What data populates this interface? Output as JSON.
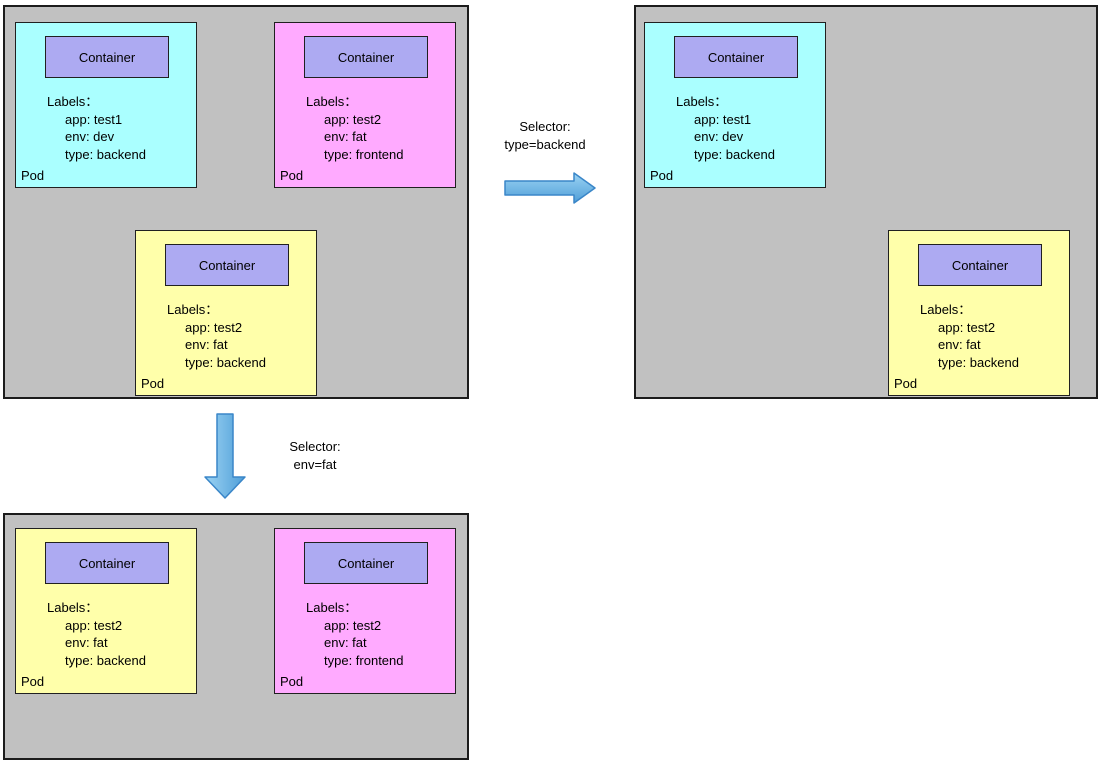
{
  "colors": {
    "page_bg": "#ffffff",
    "panel_bg": "#c1c1c1",
    "pod_cyan": "#aaffff",
    "pod_magenta": "#ffaaff",
    "pod_yellow": "#ffffaa",
    "container_fill": "#adaaf2",
    "arrow_fill_light": "#9bd3f3",
    "arrow_fill_dark": "#4f9ed8",
    "arrow_stroke": "#3a86c8"
  },
  "selectors": {
    "right": {
      "line1": "Selector:",
      "line2": "type=backend"
    },
    "down": {
      "line1": "Selector:",
      "line2": "env=fat"
    }
  },
  "panels": [
    {
      "name": "source-pods",
      "pods": [
        {
          "fill": "#aaffff",
          "container_label": "Container",
          "labels_title": "Labels：",
          "labels": [
            "app: test1",
            "env: dev",
            "type: backend"
          ],
          "pod_label": "Pod"
        },
        {
          "fill": "#ffaaff",
          "container_label": "Container",
          "labels_title": "Labels：",
          "labels": [
            "app: test2",
            "env: fat",
            "type: frontend"
          ],
          "pod_label": "Pod"
        },
        {
          "fill": "#ffffaa",
          "container_label": "Container",
          "labels_title": "Labels：",
          "labels": [
            "app: test2",
            "env: fat",
            "type: backend"
          ],
          "pod_label": "Pod"
        }
      ]
    },
    {
      "name": "result-type-backend",
      "pods": [
        {
          "fill": "#aaffff",
          "container_label": "Container",
          "labels_title": "Labels：",
          "labels": [
            "app: test1",
            "env: dev",
            "type: backend"
          ],
          "pod_label": "Pod"
        },
        {
          "fill": "#ffffaa",
          "container_label": "Container",
          "labels_title": "Labels：",
          "labels": [
            "app: test2",
            "env: fat",
            "type: backend"
          ],
          "pod_label": "Pod"
        }
      ]
    },
    {
      "name": "result-env-fat",
      "pods": [
        {
          "fill": "#ffffaa",
          "container_label": "Container",
          "labels_title": "Labels：",
          "labels": [
            "app: test2",
            "env: fat",
            "type: backend"
          ],
          "pod_label": "Pod"
        },
        {
          "fill": "#ffaaff",
          "container_label": "Container",
          "labels_title": "Labels：",
          "labels": [
            "app: test2",
            "env: fat",
            "type: frontend"
          ],
          "pod_label": "Pod"
        }
      ]
    }
  ]
}
